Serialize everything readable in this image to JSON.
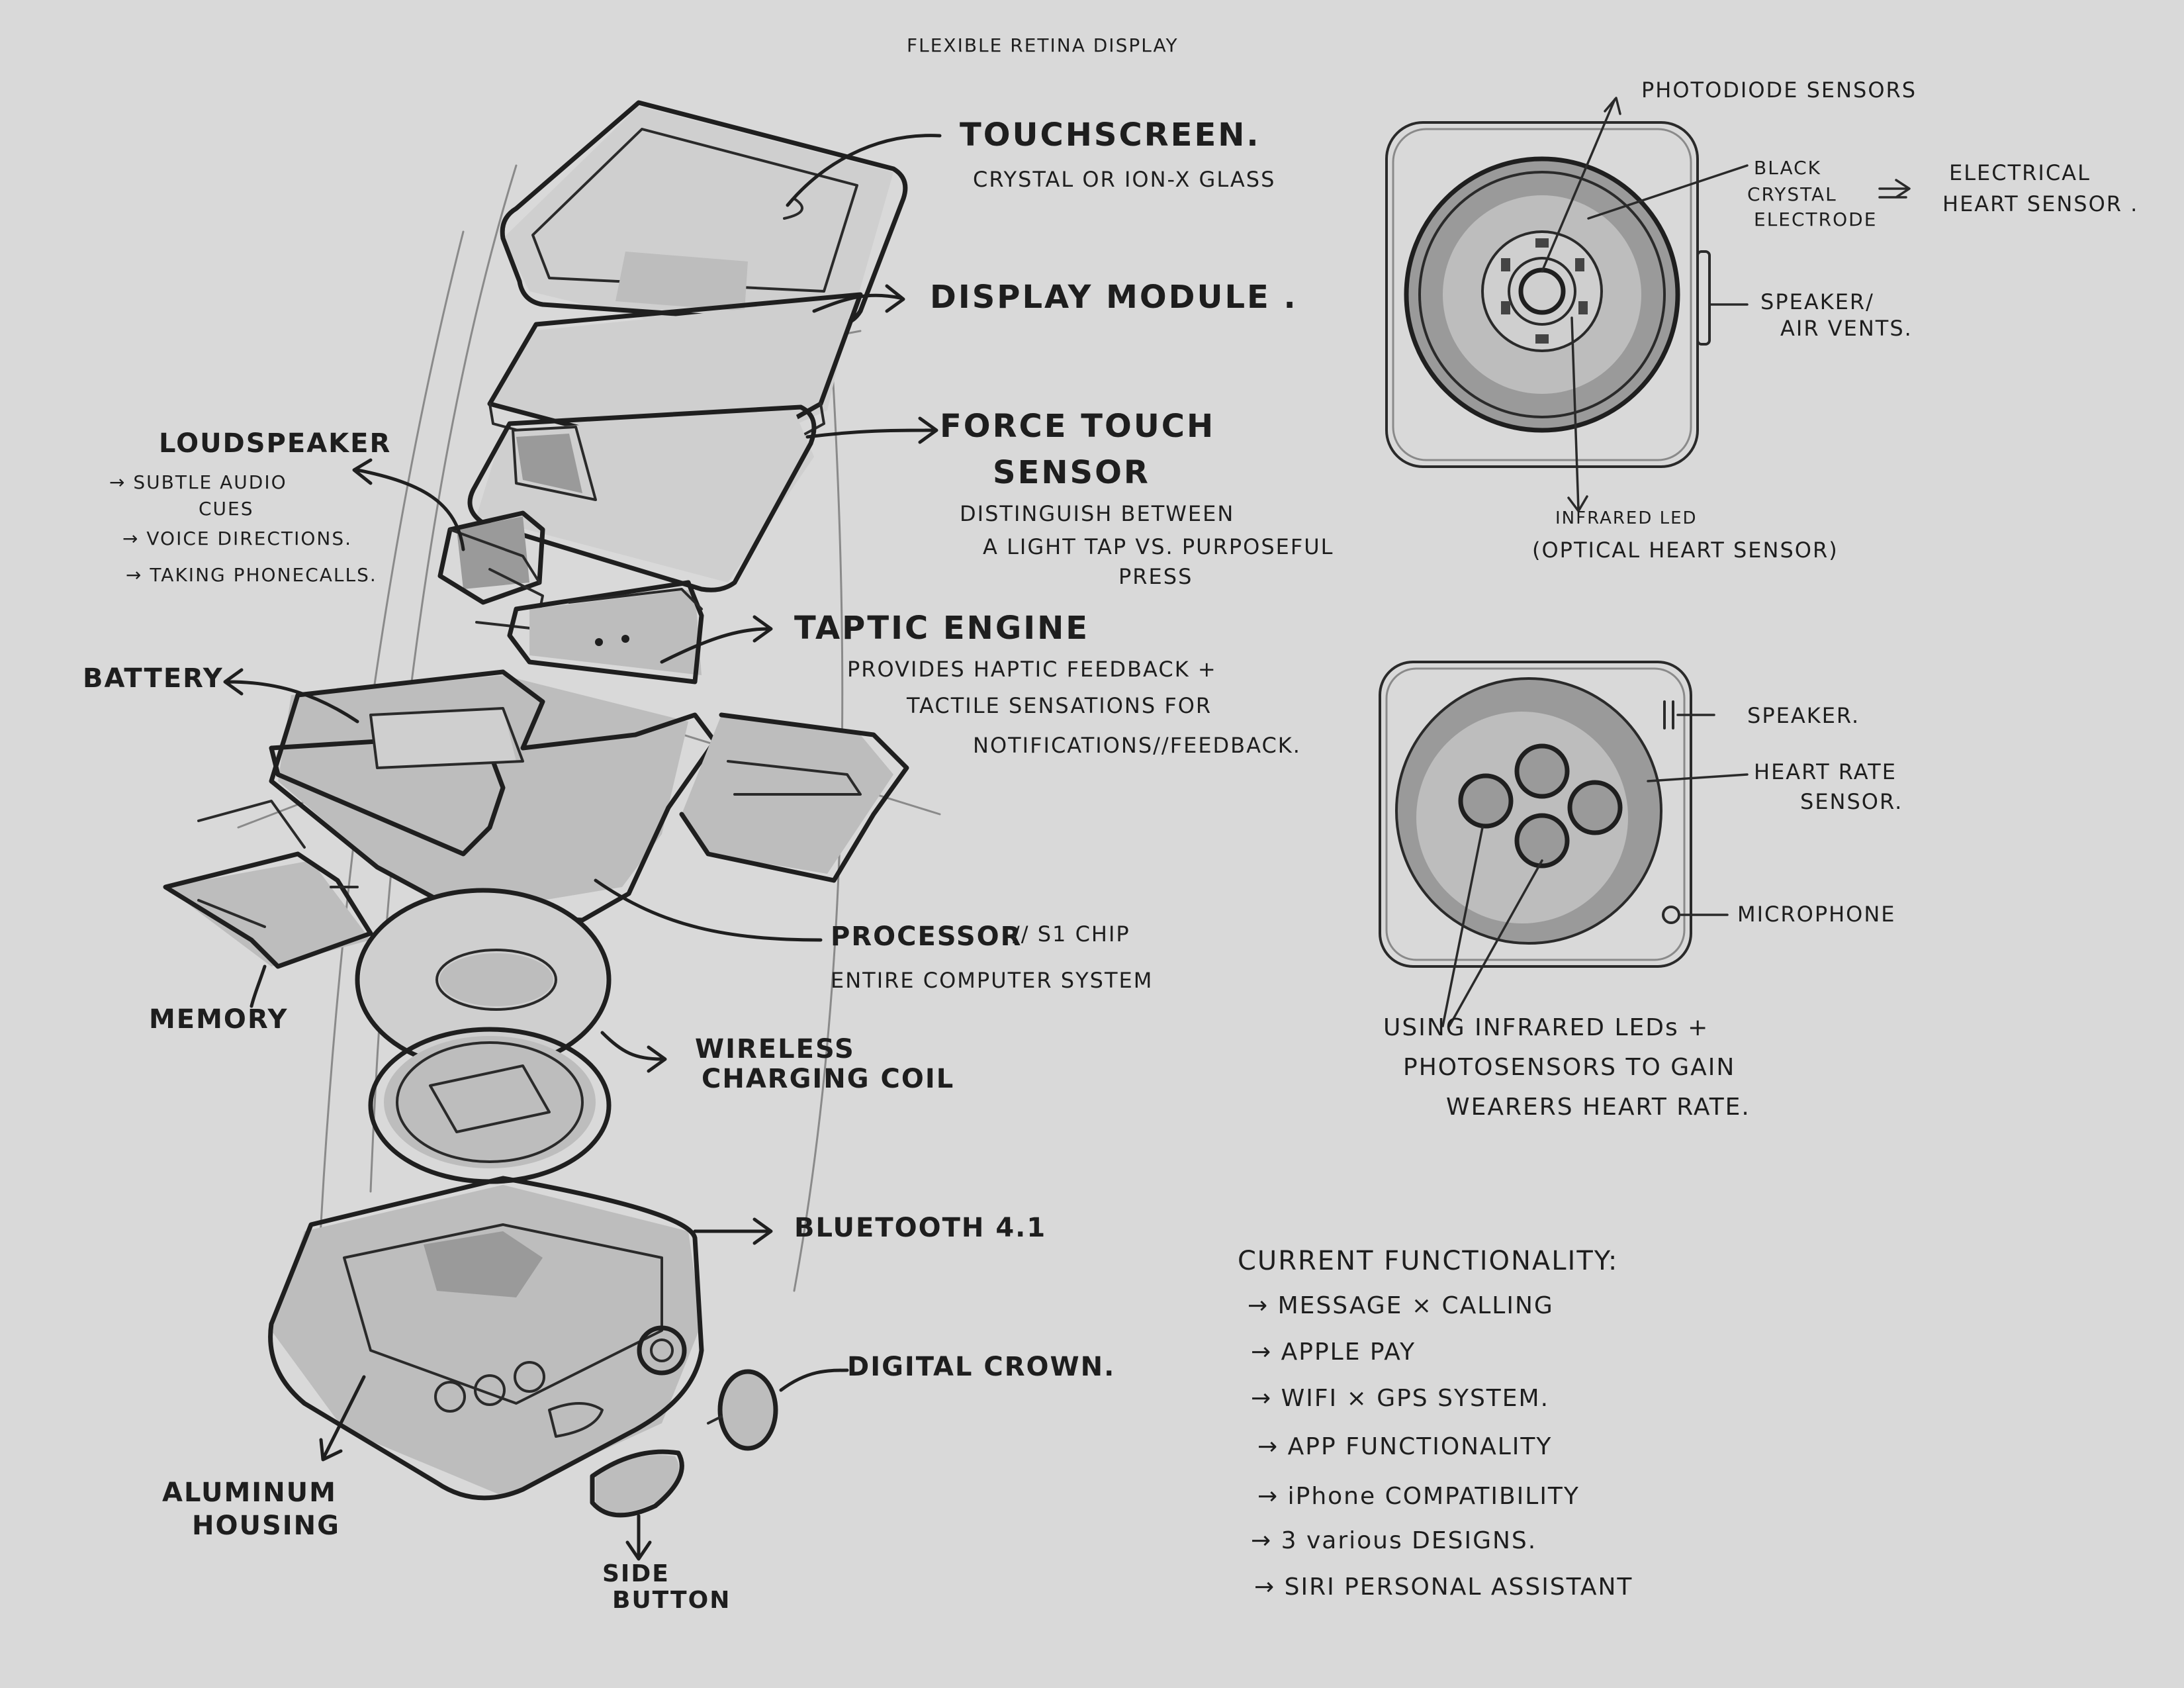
{
  "header": {
    "title": "FLEXIBLE RETINA DISPLAY"
  },
  "exploded_view": {
    "touchscreen": {
      "title": "TOUCHSCREEN.",
      "desc": "CRYSTAL OR ION-X GLASS"
    },
    "display_module": {
      "title": "DISPLAY MODULE ."
    },
    "force_touch": {
      "title_1": "FORCE TOUCH",
      "title_2": "SENSOR",
      "desc_1": "DISTINGUISH BETWEEN",
      "desc_2": "A LIGHT TAP VS. PURPOSEFUL",
      "desc_3": "PRESS"
    },
    "loudspeaker": {
      "title": "LOUDSPEAKER",
      "items": [
        "→ SUBTLE AUDIO",
        "CUES",
        "→ VOICE DIRECTIONS.",
        "→ TAKING PHONECALLS."
      ]
    },
    "taptic_engine": {
      "title": "TAPTIC ENGINE",
      "desc_1": "PROVIDES HAPTIC FEEDBACK +",
      "desc_2": "TACTILE SENSATIONS FOR",
      "desc_3": "NOTIFICATIONS//FEEDBACK."
    },
    "battery": {
      "title": "BATTERY"
    },
    "processor": {
      "title": "PROCESSOR",
      "chip": "// S1 CHIP",
      "desc": "ENTIRE COMPUTER SYSTEM"
    },
    "memory": {
      "title": "MEMORY"
    },
    "wireless_coil": {
      "title_1": "WIRELESS",
      "title_2": "CHARGING COIL"
    },
    "bluetooth": {
      "title": "BLUETOOTH 4.1"
    },
    "digital_crown": {
      "title": "DIGITAL CROWN."
    },
    "aluminum_housing": {
      "title_1": "ALUMINUM",
      "title_2": "HOUSING"
    },
    "side_button": {
      "title_1": "SIDE",
      "title_2": "BUTTON"
    }
  },
  "back_view_top": {
    "photodiode": "PHOTODIODE SENSORS",
    "black_crystal": [
      "BLACK",
      "CRYSTAL",
      "ELECTRODE"
    ],
    "electrical_heart": [
      "ELECTRICAL",
      "HEART SENSOR ."
    ],
    "speaker_vents": [
      "SPEAKER/",
      "AIR VENTS."
    ],
    "infrared_led": "INFRARED LED",
    "optical_heart": "(OPTICAL HEART SENSOR)"
  },
  "back_view_bottom": {
    "speaker": "SPEAKER.",
    "heart_rate": [
      "HEART RATE",
      "SENSOR."
    ],
    "microphone": "MICROPHONE",
    "caption": [
      "USING INFRARED LEDs +",
      "PHOTOSENSORS TO GAIN",
      "WEARERS HEART RATE."
    ]
  },
  "functionality": {
    "title": "CURRENT FUNCTIONALITY:",
    "items": [
      "→ MESSAGE × CALLING",
      "→ APPLE PAY",
      "→ WIFI × GPS SYSTEM.",
      "→ APP FUNCTIONALITY",
      "→ iPhone COMPATIBILITY",
      "→ 3 various DESIGNS.",
      "→ SIRI PERSONAL ASSISTANT"
    ]
  }
}
